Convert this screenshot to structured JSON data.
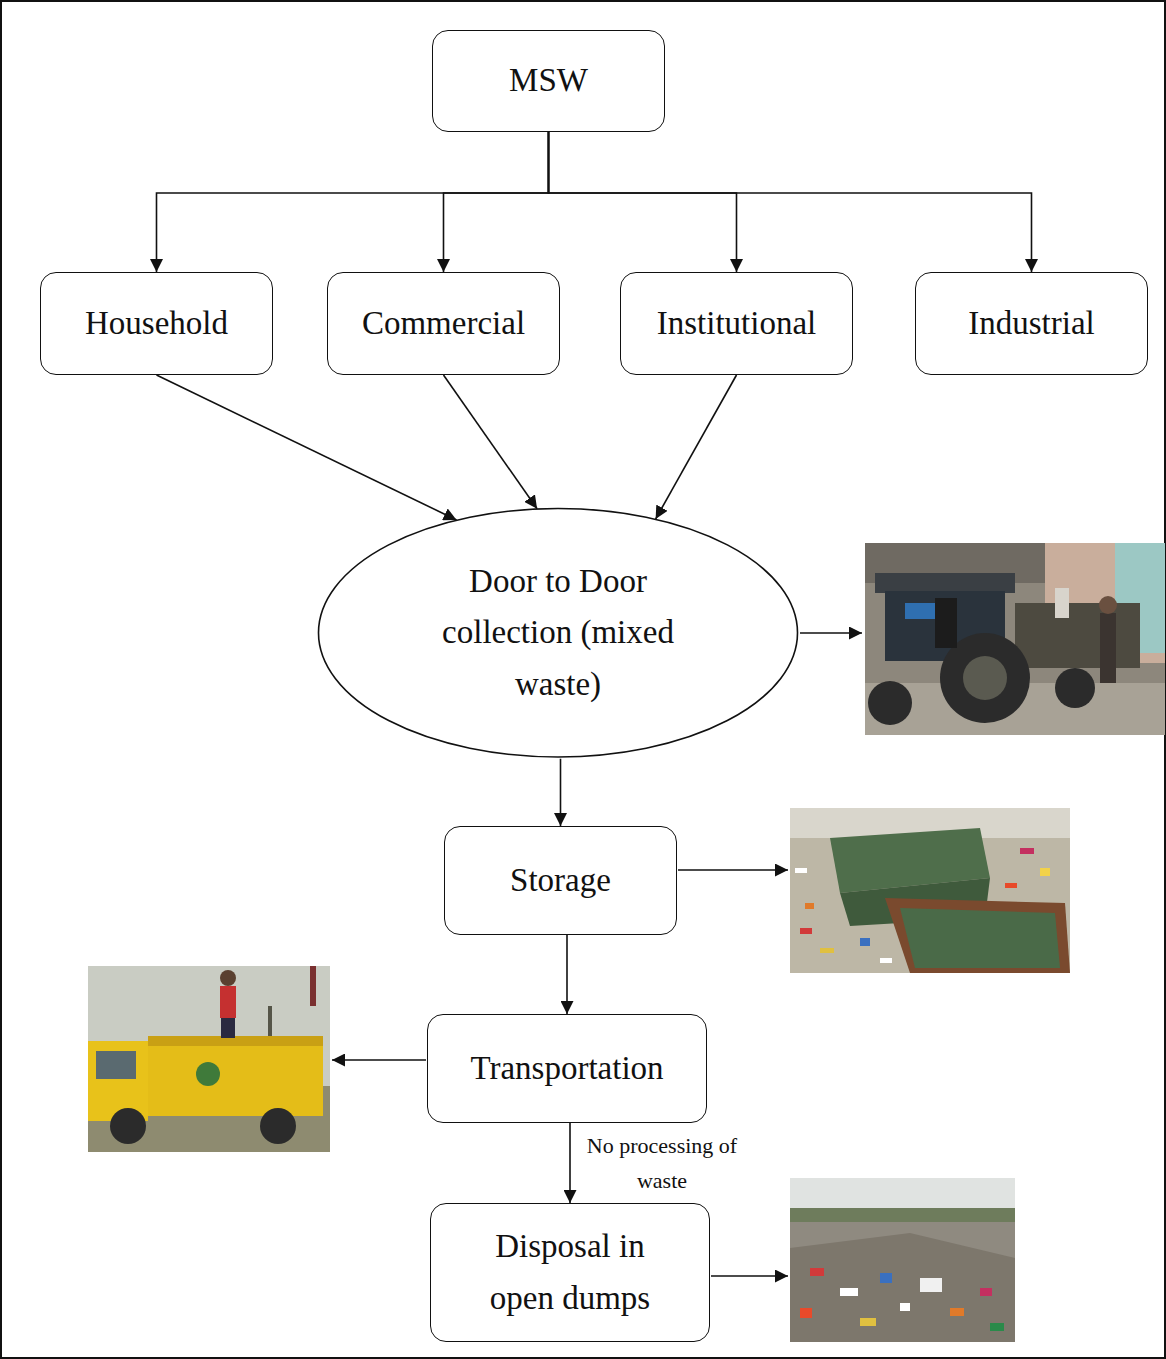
{
  "diagram": {
    "nodes": [
      {
        "text": [
          "MSW"
        ]
      },
      {
        "text": [
          "Household"
        ]
      },
      {
        "text": [
          "Commercial"
        ]
      },
      {
        "text": [
          "Institutional"
        ]
      },
      {
        "text": [
          "Industrial"
        ]
      },
      {
        "text": [
          "Door to Door collection (mixed waste)"
        ]
      },
      {
        "text": [
          "Storage"
        ]
      },
      {
        "text": [
          "Transportation"
        ]
      },
      {
        "text": [
          "Disposal in open dumps"
        ]
      }
    ],
    "edges": [
      {
        "from": 0,
        "to": 1,
        "arrow": "to"
      },
      {
        "from": 0,
        "to": 2,
        "arrow": "to"
      },
      {
        "from": 0,
        "to": 3,
        "arrow": "to"
      },
      {
        "from": 0,
        "to": 4,
        "arrow": "to"
      },
      {
        "from": 1,
        "to": 5,
        "arrow": "to"
      },
      {
        "from": 2,
        "to": 5,
        "arrow": "to"
      },
      {
        "from": 3,
        "to": 5,
        "arrow": "to"
      },
      {
        "from": 5,
        "to": 6,
        "arrow": "to"
      },
      {
        "from": 6,
        "to": 7,
        "arrow": "to"
      },
      {
        "from": 7,
        "to": 8,
        "label": "No processing of waste",
        "arrow": "to"
      }
    ]
  }
}
